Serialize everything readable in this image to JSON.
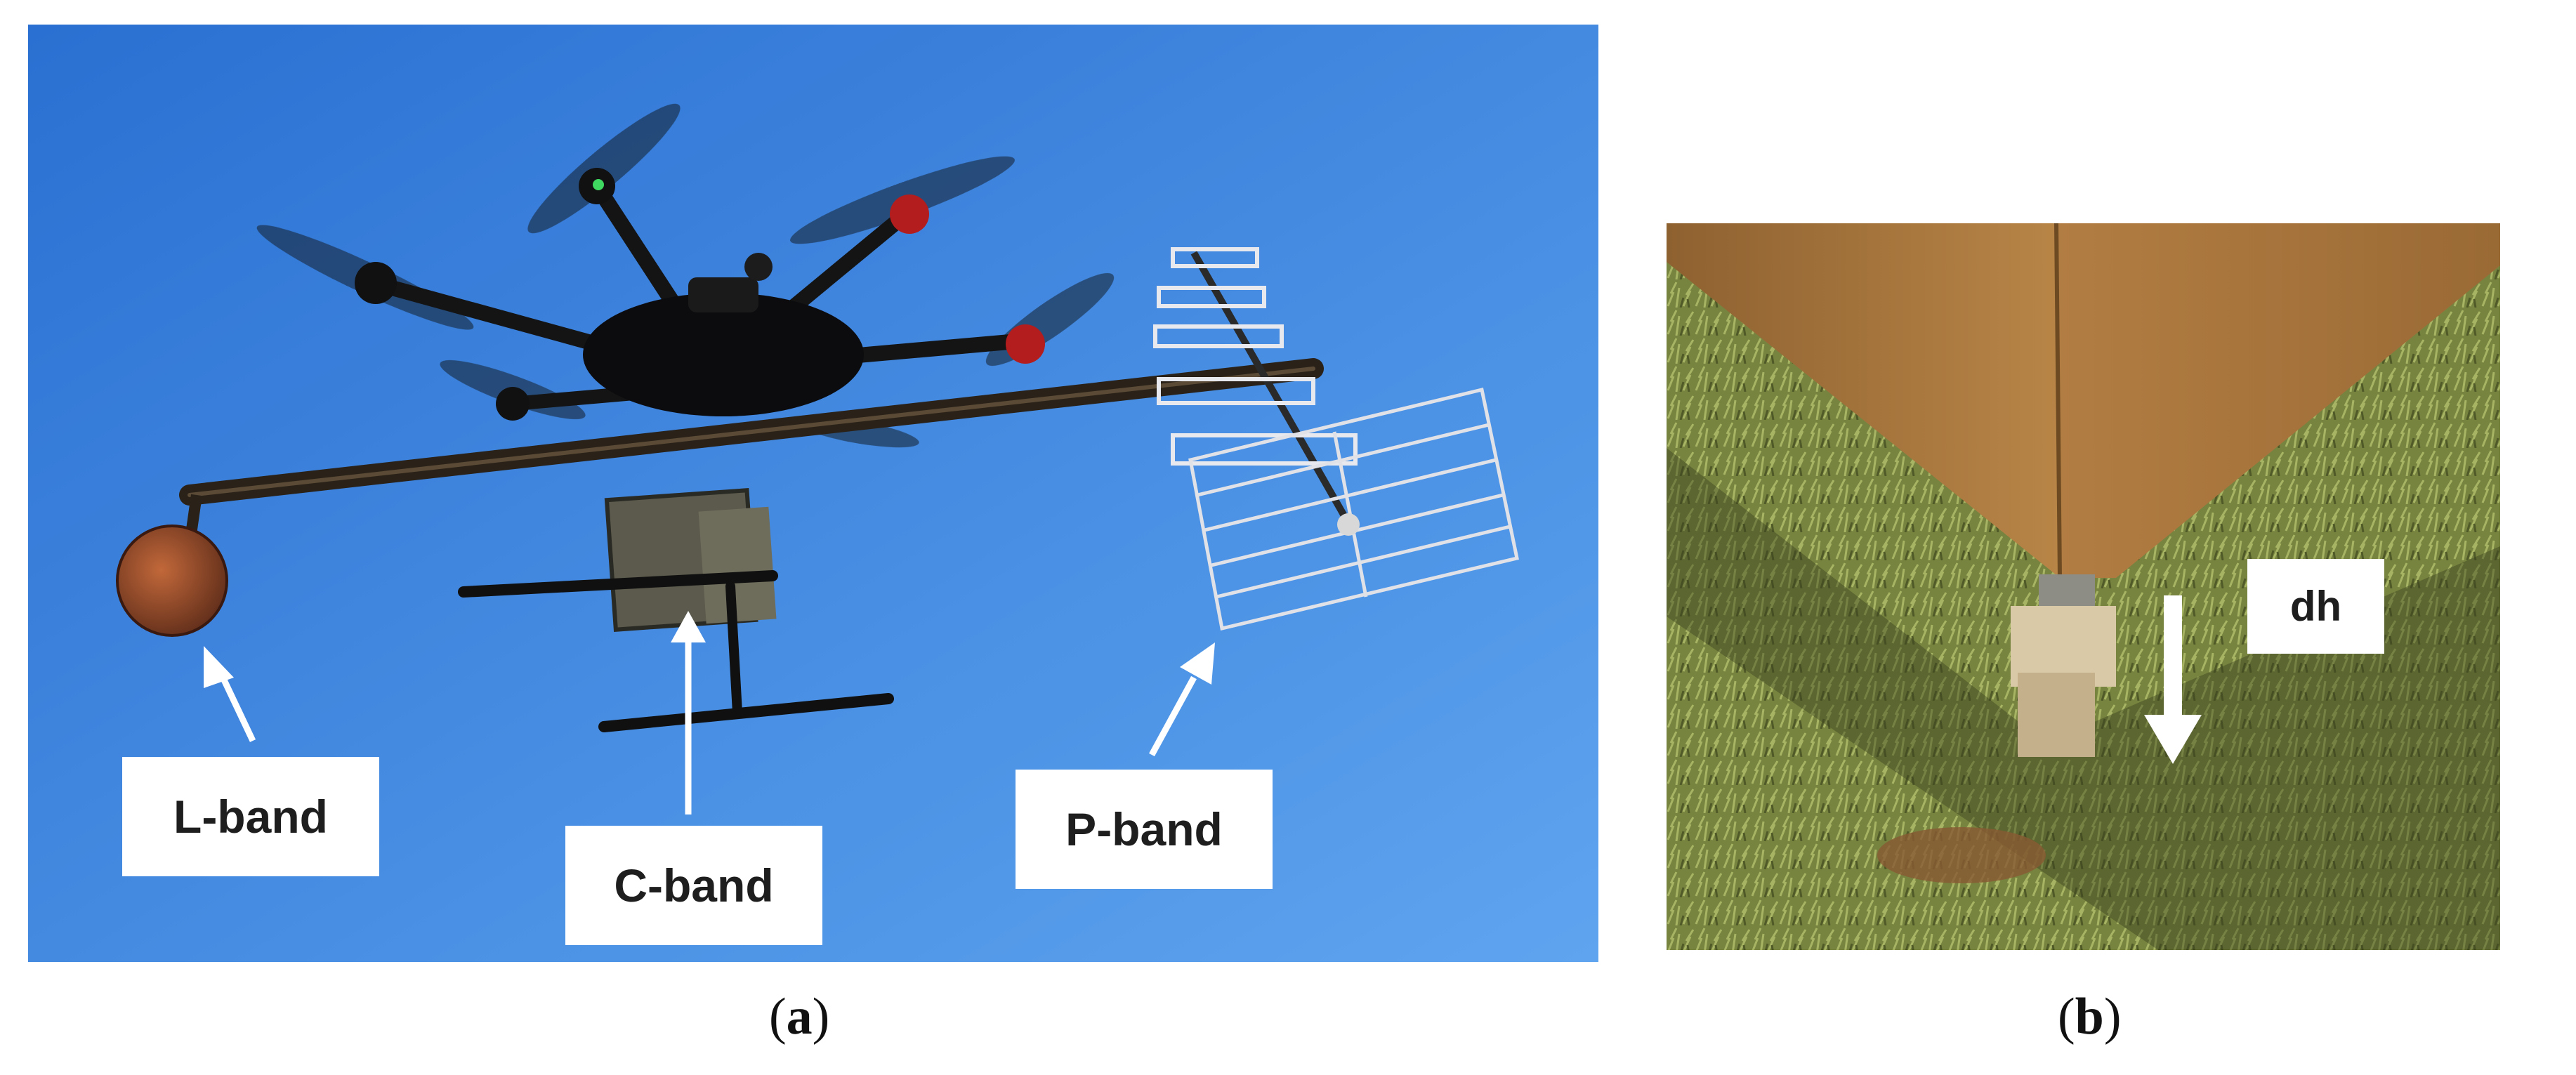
{
  "panel_a": {
    "labels": {
      "l_band": "L-band",
      "c_band": "C-band",
      "p_band": "P-band"
    },
    "caption": {
      "open": "(",
      "letter": "a",
      "close": ")"
    },
    "colors": {
      "sky_top": "#2f77d6",
      "sky_bottom": "#5aa0ee",
      "label_bg": "#ffffff",
      "arrow": "#ffffff"
    }
  },
  "panel_b": {
    "labels": {
      "dh": "dh"
    },
    "caption": {
      "open": "(",
      "letter": "b",
      "close": ")"
    },
    "colors": {
      "box": "#a9773f",
      "grass": "#6f7f3c",
      "soil": "#8a5a33"
    }
  }
}
